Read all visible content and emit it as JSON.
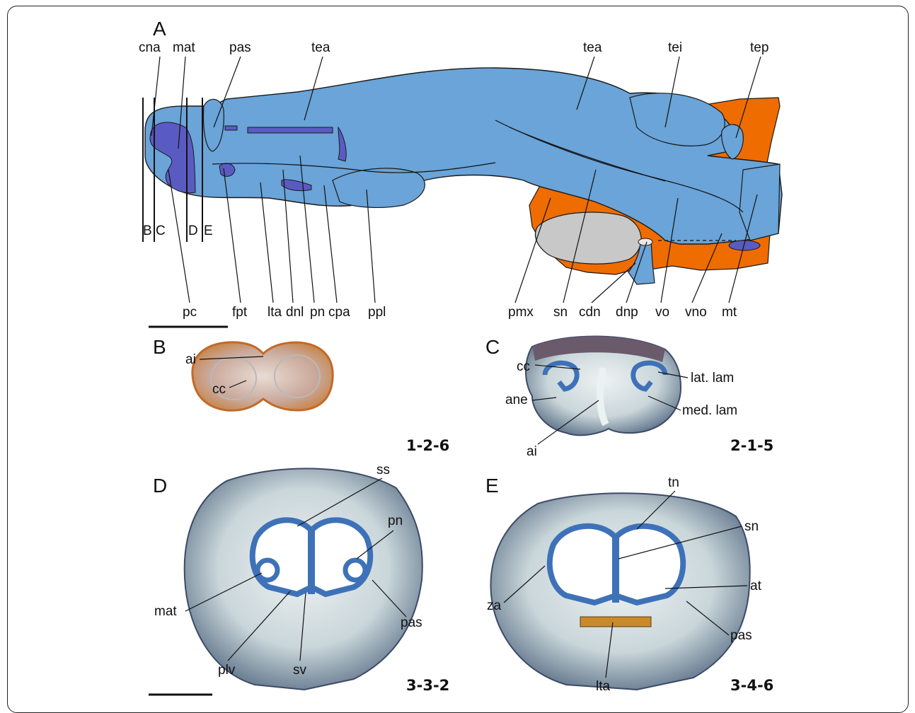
{
  "colors": {
    "cartilage": "#6aa4d8",
    "dark_cartilage": "#5a5bc2",
    "bone": "#ef6c00",
    "grey_region": "#c8c8c8",
    "outline": "#1a1a1a"
  },
  "panels": {
    "A": {
      "letter": "A",
      "section_lines": [
        "B",
        "C",
        "D",
        "E"
      ],
      "labels_top": [
        "cna",
        "mat",
        "pas",
        "tea",
        "tea",
        "tei",
        "tep"
      ],
      "labels_bottom": [
        "pc",
        "fpt",
        "lta",
        "dnl",
        "pn",
        "cpa",
        "ppl",
        "pmx",
        "sn",
        "cdn",
        "dnp",
        "vo",
        "vno",
        "mt"
      ]
    },
    "B": {
      "letter": "B",
      "code": "1-2-6",
      "labels": [
        "ai",
        "cc"
      ]
    },
    "C": {
      "letter": "C",
      "code": "2-1-5",
      "labels": [
        "cc",
        "lat. lam",
        "ane",
        "med. lam",
        "ai"
      ]
    },
    "D": {
      "letter": "D",
      "code": "3-3-2",
      "labels": [
        "ss",
        "pn",
        "mat",
        "pas",
        "plv",
        "sv"
      ]
    },
    "E": {
      "letter": "E",
      "code": "3-4-6",
      "labels": [
        "tn",
        "sn",
        "at",
        "za",
        "pas",
        "lta"
      ]
    }
  }
}
